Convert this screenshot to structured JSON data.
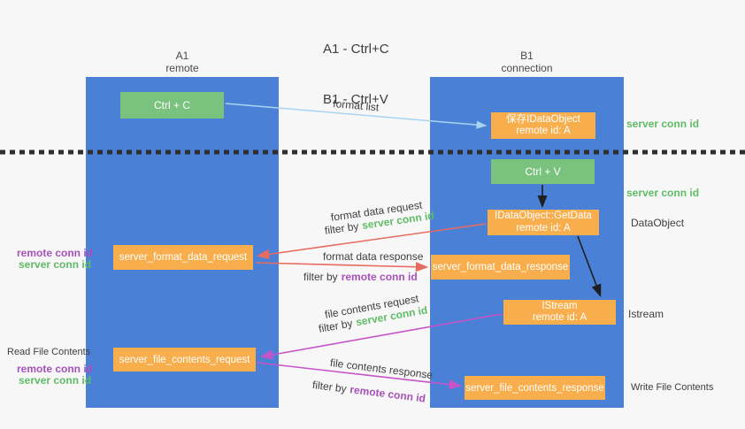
{
  "title": {
    "lines": [
      "A1 - Ctrl+C",
      "B1 - Ctrl+V"
    ]
  },
  "lanes": {
    "a1": {
      "name": "A1",
      "subtitle": "remote"
    },
    "b1": {
      "name": "B1",
      "subtitle": "connection"
    }
  },
  "boxes": {
    "ctrl_c": {
      "label": "Ctrl + C"
    },
    "save_dataobject": {
      "line1": "保存IDataObject",
      "line2": "remote id: A"
    },
    "ctrl_v": {
      "label": "Ctrl + V"
    },
    "getdata": {
      "line1": "IDataObject::GetData",
      "line2": "remote id: A"
    },
    "format_request": {
      "label": "server_format_data_request"
    },
    "format_response": {
      "label": "server_format_data_response"
    },
    "istream": {
      "line1": "IStream",
      "line2": "remote id: A"
    },
    "file_request": {
      "label": "server_file_contents_request"
    },
    "file_response": {
      "label": "server_file_contents_response"
    }
  },
  "labels": {
    "format_list": "format list",
    "server_conn_id": "server conn id",
    "remote_conn_id": "remote conn id",
    "filter_by": "filter by",
    "format_data_request": "format data request",
    "format_data_response": "format data response",
    "file_contents_request": "file contents request",
    "file_contents_response": "file contents response",
    "dataobject": "DataObject",
    "istream": "Istream",
    "read_file_contents": "Read File Contents",
    "write_file_contents": "Write File Contents"
  },
  "colors": {
    "lane_blue": "#4a80d5",
    "box_orange": "#f9ae4d",
    "box_green": "#79c37e",
    "green_text": "#5fbc66",
    "purple_text": "#a750bb",
    "arrow_red": "#e96a5f",
    "arrow_magenta": "#c753c8",
    "arrow_blue": "#a9d4f1",
    "arrow_black": "#1f1f1f",
    "dash_black": "#2f2f2f"
  }
}
